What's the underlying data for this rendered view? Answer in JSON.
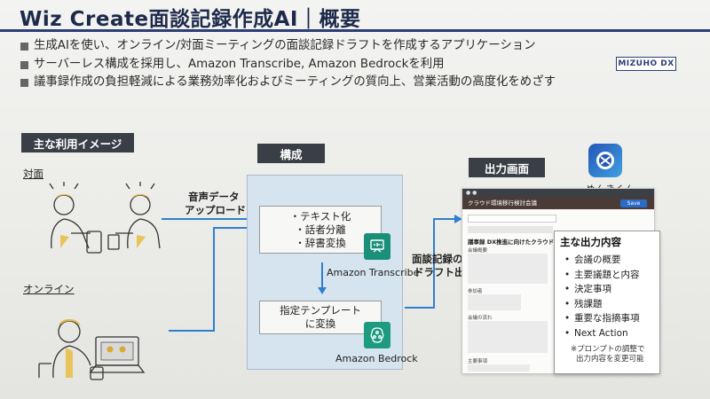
{
  "title": "Wiz Create面談記録作成AI｜概要",
  "bullets": [
    "生成AIを使い、オンライン/対面ミーティングの面談記録ドラフトを作成するアプリケーション",
    "サーバーレス構成を採用し、Amazon Transcribe, Amazon Bedrockを利用",
    "議事録作成の負担軽減による業務効率化およびミーティングの質向上、営業活動の高度化をめざす"
  ],
  "logo": "MIZUHO DX",
  "usage": {
    "header": "主な利用イメージ",
    "face_to_face": "対面",
    "online": "オンライン",
    "upload_line1": "音声データ",
    "upload_line2": "アップロード"
  },
  "config": {
    "header": "構成",
    "transcribe_items": [
      "・テキスト化",
      "・話者分離",
      "・辞書変換"
    ],
    "transcribe_name": "Amazon Transcribe",
    "template_line1": "指定テンプレート",
    "template_line2": "に変換",
    "bedrock_name": "Amazon Bedrock",
    "draft_line1": "面談記録の",
    "draft_line2": "ドラフト出力"
  },
  "output": {
    "header": "出力画面",
    "mascot": "めんきくん",
    "screen_bar": "クラウド環境移行検討会議",
    "screen_btn": "Save",
    "screen_heading": "議事録 DX推進に向けたクラウド環境移行の検討",
    "field1": "会議概要",
    "field2": "参加者",
    "field3": "会議の流れ",
    "field4": "主要事項",
    "panel_title": "主な出力内容",
    "items": [
      "会議の概要",
      "主要議題と内容",
      "決定事項",
      "残課題",
      "重要な指摘事項",
      "Next Action"
    ],
    "note_line1": "※プロンプトの調整で",
    "note_line2": "出力内容を変更可能"
  },
  "colors": {
    "navy": "#2c3e74",
    "header_bg": "#3a3f47",
    "arrow": "#2f7fd0",
    "transcribe": "#1a8f7a",
    "bedrock": "#1d9a80",
    "panel_bg": "#d6e4ef"
  }
}
